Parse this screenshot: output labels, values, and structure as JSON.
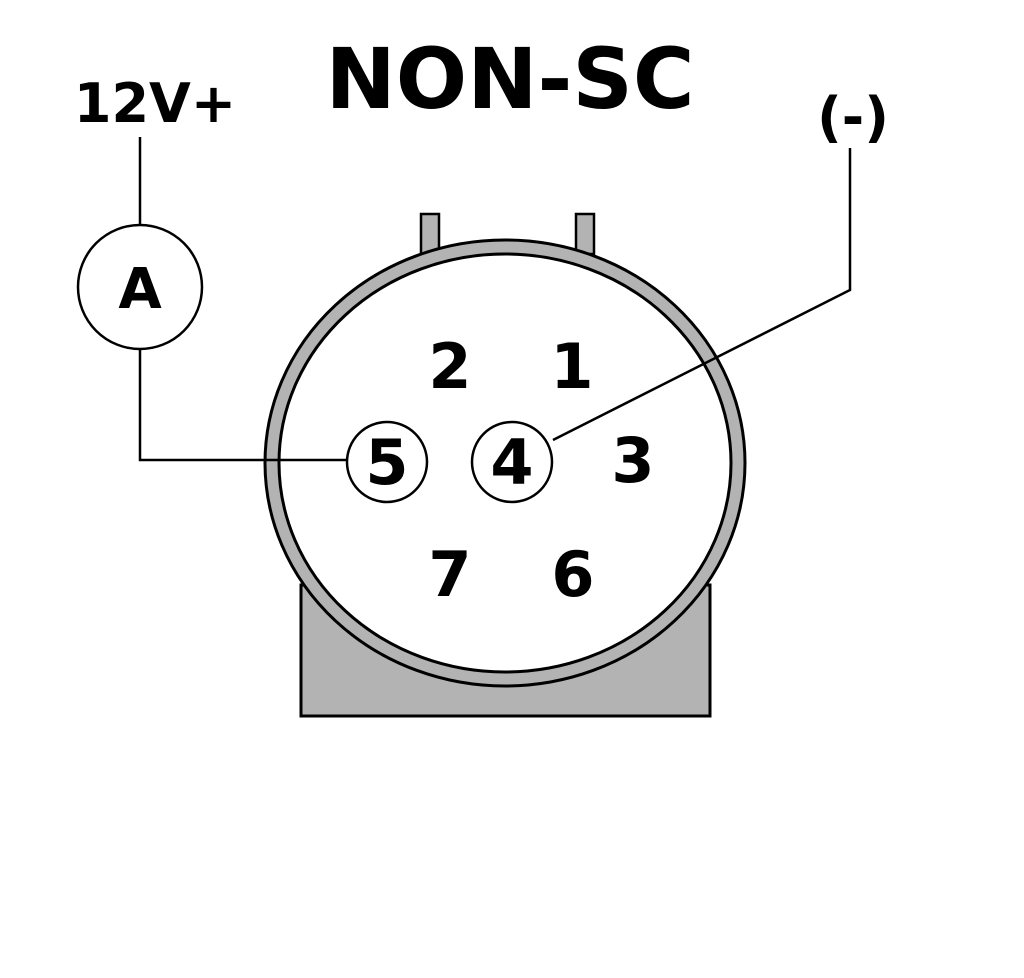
{
  "title": "NON-SC",
  "labels": {
    "positive": "12V+",
    "negative": "(-)",
    "meter": "A"
  },
  "pins": [
    {
      "id": "1",
      "circled": false
    },
    {
      "id": "2",
      "circled": false
    },
    {
      "id": "3",
      "circled": false
    },
    {
      "id": "4",
      "circled": true
    },
    {
      "id": "5",
      "circled": true
    },
    {
      "id": "6",
      "circled": false
    },
    {
      "id": "7",
      "circled": false
    }
  ],
  "colors": {
    "housing": "#b3b3b3",
    "line": "#000000"
  }
}
